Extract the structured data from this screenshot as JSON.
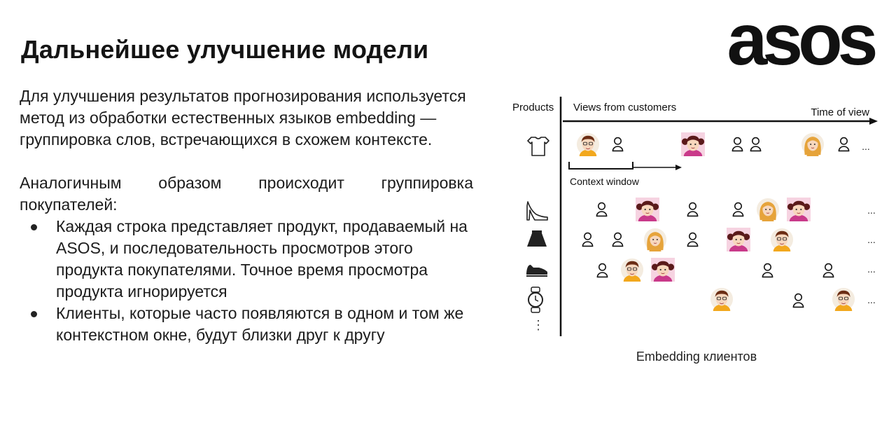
{
  "slide": {
    "title": "Дальнейшее улучшение модели",
    "logo_text": "asos",
    "paragraph1": "Для улучшения результатов прогнозирования используется метод из обработки естественных языков embedding — группировка слов, встречающихся в схожем контексте.",
    "paragraph2": "Аналогичным образом происходит группировка покупателей:",
    "bullets": [
      "Каждая строка представляет продукт, продаваемый на ASOS, и последовательность просмотров этого продукта покупателями. Точное время просмотра продукта игнорируется",
      "Клиенты, которые часто появляются в одном и том же контекстном окне, будут близки друг к другу"
    ],
    "caption": "Embedding клиентов"
  },
  "diagram": {
    "products_label": "Products",
    "views_label": "Views from customers",
    "time_label": "Time of view",
    "context_label": "Context window",
    "ellipsis": "...",
    "vertical_ellipsis": "⋮",
    "rows": [
      {
        "product_icon": "tshirt-icon",
        "customers": [
          "boy-avatar",
          "user-outline-icon",
          "girl-avatar",
          "user-outline-icon",
          "user-outline-icon",
          "blonde-avatar",
          "user-outline-icon"
        ]
      },
      {
        "product_icon": "high-heel-icon",
        "customers": [
          "user-outline-icon",
          "girl-avatar",
          "user-outline-icon",
          "user-outline-icon",
          "blonde-avatar",
          "girl-avatar"
        ]
      },
      {
        "product_icon": "skirt-icon",
        "customers": [
          "user-outline-icon",
          "user-outline-icon",
          "blonde-avatar",
          "user-outline-icon",
          "girl-avatar",
          "boy-avatar"
        ]
      },
      {
        "product_icon": "sneaker-icon",
        "customers": [
          "user-outline-icon",
          "boy-avatar",
          "girl-avatar",
          "user-outline-icon",
          "user-outline-icon"
        ]
      },
      {
        "product_icon": "watch-icon",
        "customers": [
          "boy-avatar",
          "user-outline-icon",
          "boy-avatar"
        ]
      }
    ],
    "colors": {
      "skin": "#f7d7bd",
      "boy_hair": "#6b2d14",
      "boy_shirt": "#f2a81d",
      "girl_hair": "#5a1a1a",
      "girl_shirt": "#c93a8a",
      "girl_bg": "#f6d3e1",
      "blonde_hair": "#e6a33a",
      "avatar_bg": "#f4ece0"
    }
  }
}
